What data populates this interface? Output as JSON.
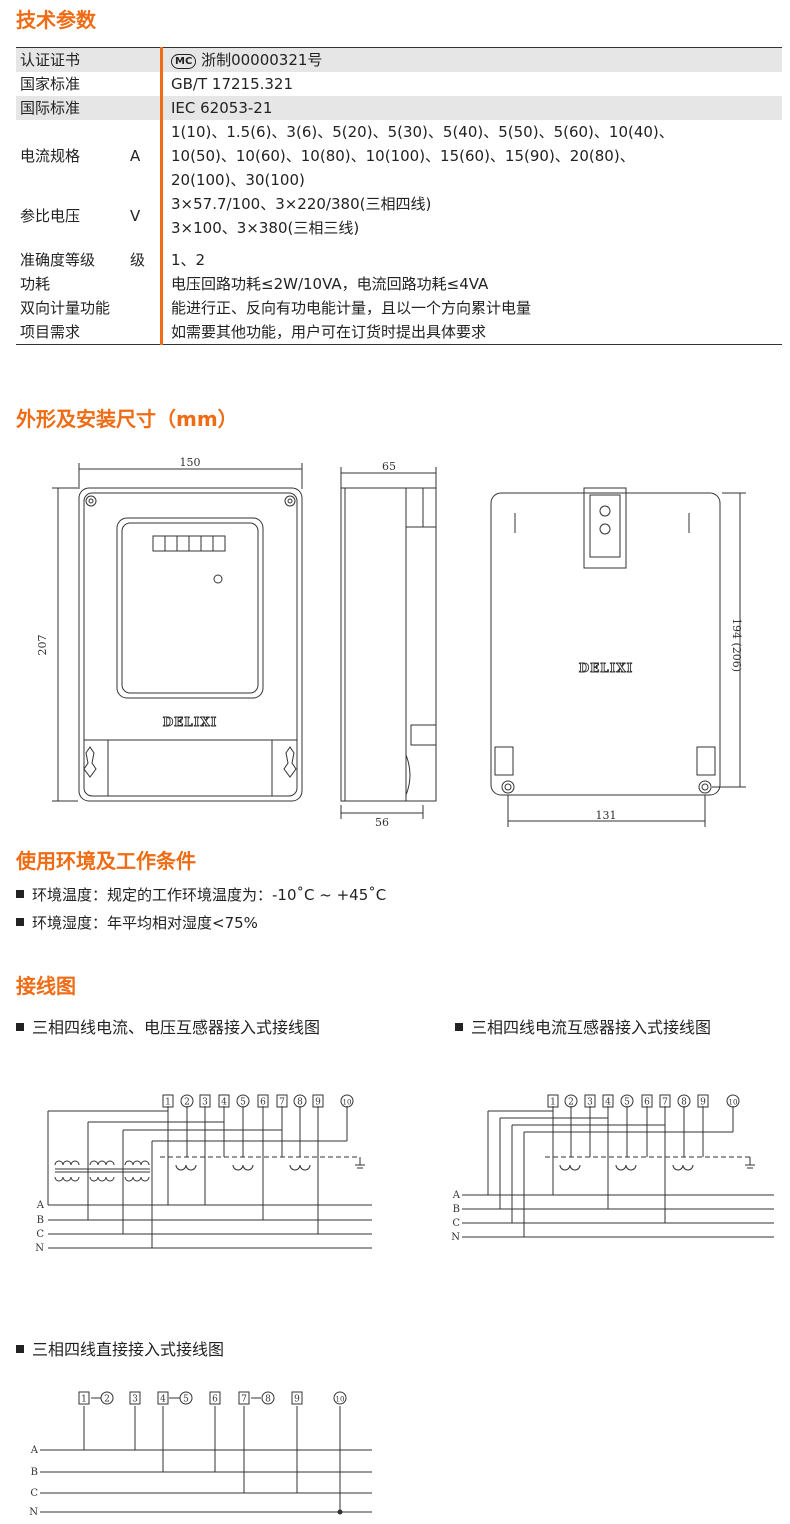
{
  "sections": {
    "tech": "技术参数",
    "dims": "外形及安装尺寸（mm）",
    "env": "使用环境及工作条件",
    "wiring": "接线图"
  },
  "spec": {
    "cert_label": "认证证书",
    "cert_value": "浙制00000321号",
    "cert_mark": "MC",
    "std_label": "国家标准",
    "std_value": "GB/T 17215.321",
    "intl_label": "国际标准",
    "intl_value": "IEC 62053-21",
    "current_label": "电流规格",
    "current_unit": "A",
    "current_line1": "1(10)、1.5(6)、3(6)、5(20)、5(30)、5(40)、5(50)、5(60)、10(40)、",
    "current_line2": "10(50)、10(60)、10(80)、10(100)、15(60)、15(90)、20(80)、",
    "current_line3": "20(100)、30(100)",
    "voltage_label": "参比电压",
    "voltage_unit": "V",
    "voltage_line1": "3×57.7/100、3×220/380(三相四线)",
    "voltage_line2": "3×100、3×380(三相三线)",
    "accuracy_label": "准确度等级",
    "accuracy_unit": "级",
    "accuracy_value": "1、2",
    "power_label": "功耗",
    "power_value": "电压回路功耗≤2W/10VA，电流回路功耗≤4VA",
    "bidir_label": "双向计量功能",
    "bidir_value": "能进行正、反向有功电能计量，且以一个方向累计电量",
    "req_label": "项目需求",
    "req_value": "如需要其他功能，用户可在订货时提出具体要求"
  },
  "dimensions": {
    "front_width": "150",
    "front_height": "207",
    "side_depth": "65",
    "side_bottom": "56",
    "back_height": "194 (206)",
    "back_width": "131",
    "brand": "DELIXI"
  },
  "environment": {
    "temp": "环境温度：规定的工作环境温度为：-10˚C ~ +45˚C",
    "humidity": "环境湿度：年平均相对湿度<75%"
  },
  "wiring": {
    "diagram1_title": "三相四线电流、电压互感器接入式接线图",
    "diagram2_title": "三相四线电流互感器接入式接线图",
    "diagram3_title": "三相四线直接接入式接线图",
    "terminals": [
      "1",
      "2",
      "3",
      "4",
      "5",
      "6",
      "7",
      "8",
      "9",
      "10"
    ],
    "phases": [
      "A",
      "B",
      "C",
      "N"
    ]
  }
}
